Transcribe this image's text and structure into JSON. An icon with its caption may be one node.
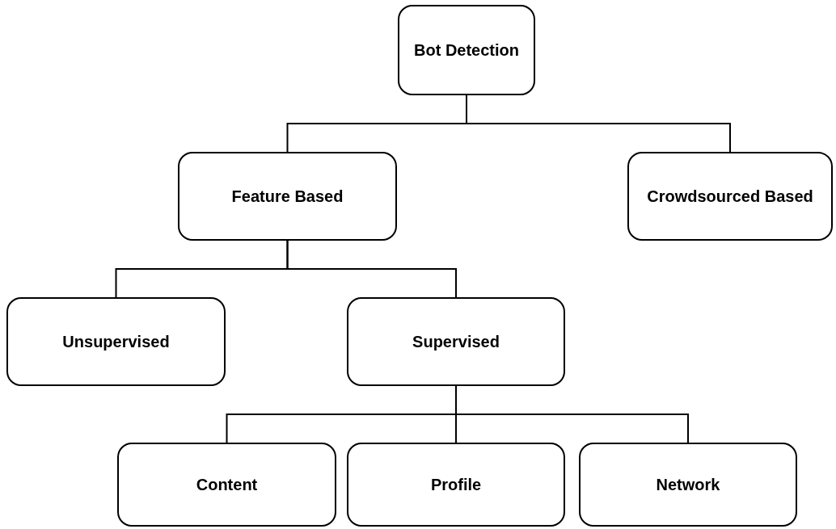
{
  "diagram": {
    "nodes": [
      {
        "text": [
          "Bot Detection"
        ]
      },
      {
        "text": [
          "Feature Based"
        ]
      },
      {
        "text": [
          "Crowdsourced Based"
        ]
      },
      {
        "text": [
          "Unsupervised"
        ]
      },
      {
        "text": [
          "Supervised"
        ]
      },
      {
        "text": [
          "Content"
        ]
      },
      {
        "text": [
          "Profile"
        ]
      },
      {
        "text": [
          "Network"
        ]
      }
    ],
    "edges": [
      {
        "from": 0,
        "to": 1,
        "arrow": "none"
      },
      {
        "from": 0,
        "to": 2,
        "arrow": "none"
      },
      {
        "from": 1,
        "to": 3,
        "arrow": "none"
      },
      {
        "from": 1,
        "to": 4,
        "arrow": "none"
      },
      {
        "from": 4,
        "to": 5,
        "arrow": "none"
      },
      {
        "from": 4,
        "to": 6,
        "arrow": "none"
      },
      {
        "from": 4,
        "to": 7,
        "arrow": "none"
      }
    ]
  }
}
